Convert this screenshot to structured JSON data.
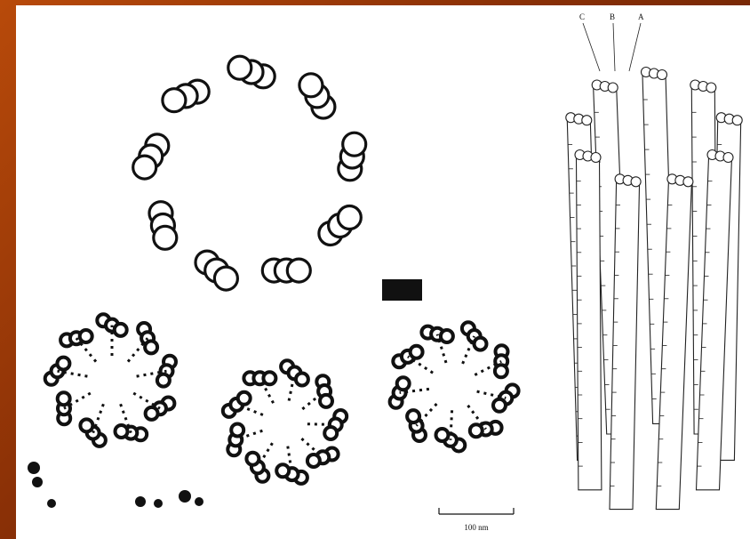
{
  "figure": {
    "scale_bar_label": "100 nm",
    "triplet_labels": [
      "C",
      "B",
      "A"
    ],
    "ring_count": 9,
    "micrograph_count": 3
  },
  "colors": {
    "background_accent": "#8a3006",
    "panel": "#ffffff",
    "ink": "#111111"
  }
}
